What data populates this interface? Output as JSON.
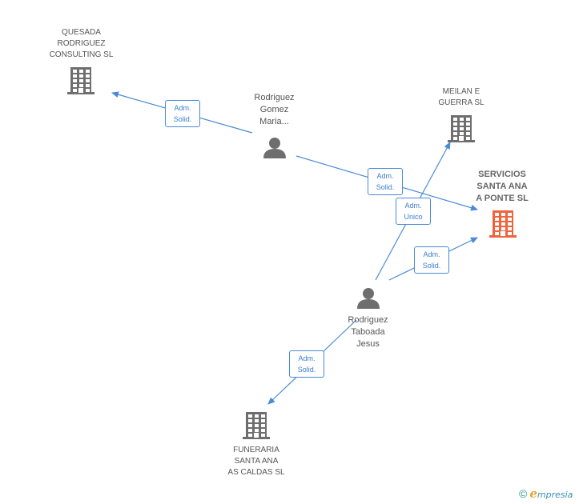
{
  "colors": {
    "edge": "#4a8ad6",
    "company": "#6e6e6e",
    "focus_company": "#f0643c",
    "person": "#6e6e6e"
  },
  "companies": [
    {
      "id": "quesada",
      "label": "QUESADA\nRODRIGUEZ\nCONSULTING SL",
      "icon": "building-icon",
      "focus": false
    },
    {
      "id": "meilan",
      "label": "MEILAN E\nGUERRA SL",
      "icon": "building-icon",
      "focus": false
    },
    {
      "id": "servicios",
      "label": "SERVICIOS\nSANTA ANA\nA PONTE SL",
      "icon": "building-icon",
      "focus": true
    },
    {
      "id": "funeraria",
      "label": "FUNERARIA\nSANTA ANA\nAS CALDAS SL",
      "icon": "building-icon",
      "focus": false
    }
  ],
  "persons": [
    {
      "id": "gomez",
      "label": "Rodriguez\nGomez\nMaria...",
      "icon": "person-icon"
    },
    {
      "id": "taboada",
      "label": "Rodriguez\nTaboada\nJesus",
      "icon": "person-icon"
    }
  ],
  "edges": [
    {
      "id": "gomez-quesada",
      "from": "gomez",
      "to": "quesada",
      "label": "Adm.\nSolid."
    },
    {
      "id": "gomez-servicios",
      "from": "gomez",
      "to": "servicios",
      "label": "Adm.\nSolid."
    },
    {
      "id": "taboada-meilan",
      "from": "taboada",
      "to": "meilan",
      "label": "Adm.\nUnico"
    },
    {
      "id": "taboada-servicios",
      "from": "taboada",
      "to": "servicios",
      "label": "Adm.\nSolid."
    },
    {
      "id": "taboada-funeraria",
      "from": "taboada",
      "to": "funeraria",
      "label": "Adm.\nSolid."
    }
  ],
  "footer": {
    "copyright": "©",
    "brand_initial": "e",
    "brand_rest": "mpresia"
  }
}
